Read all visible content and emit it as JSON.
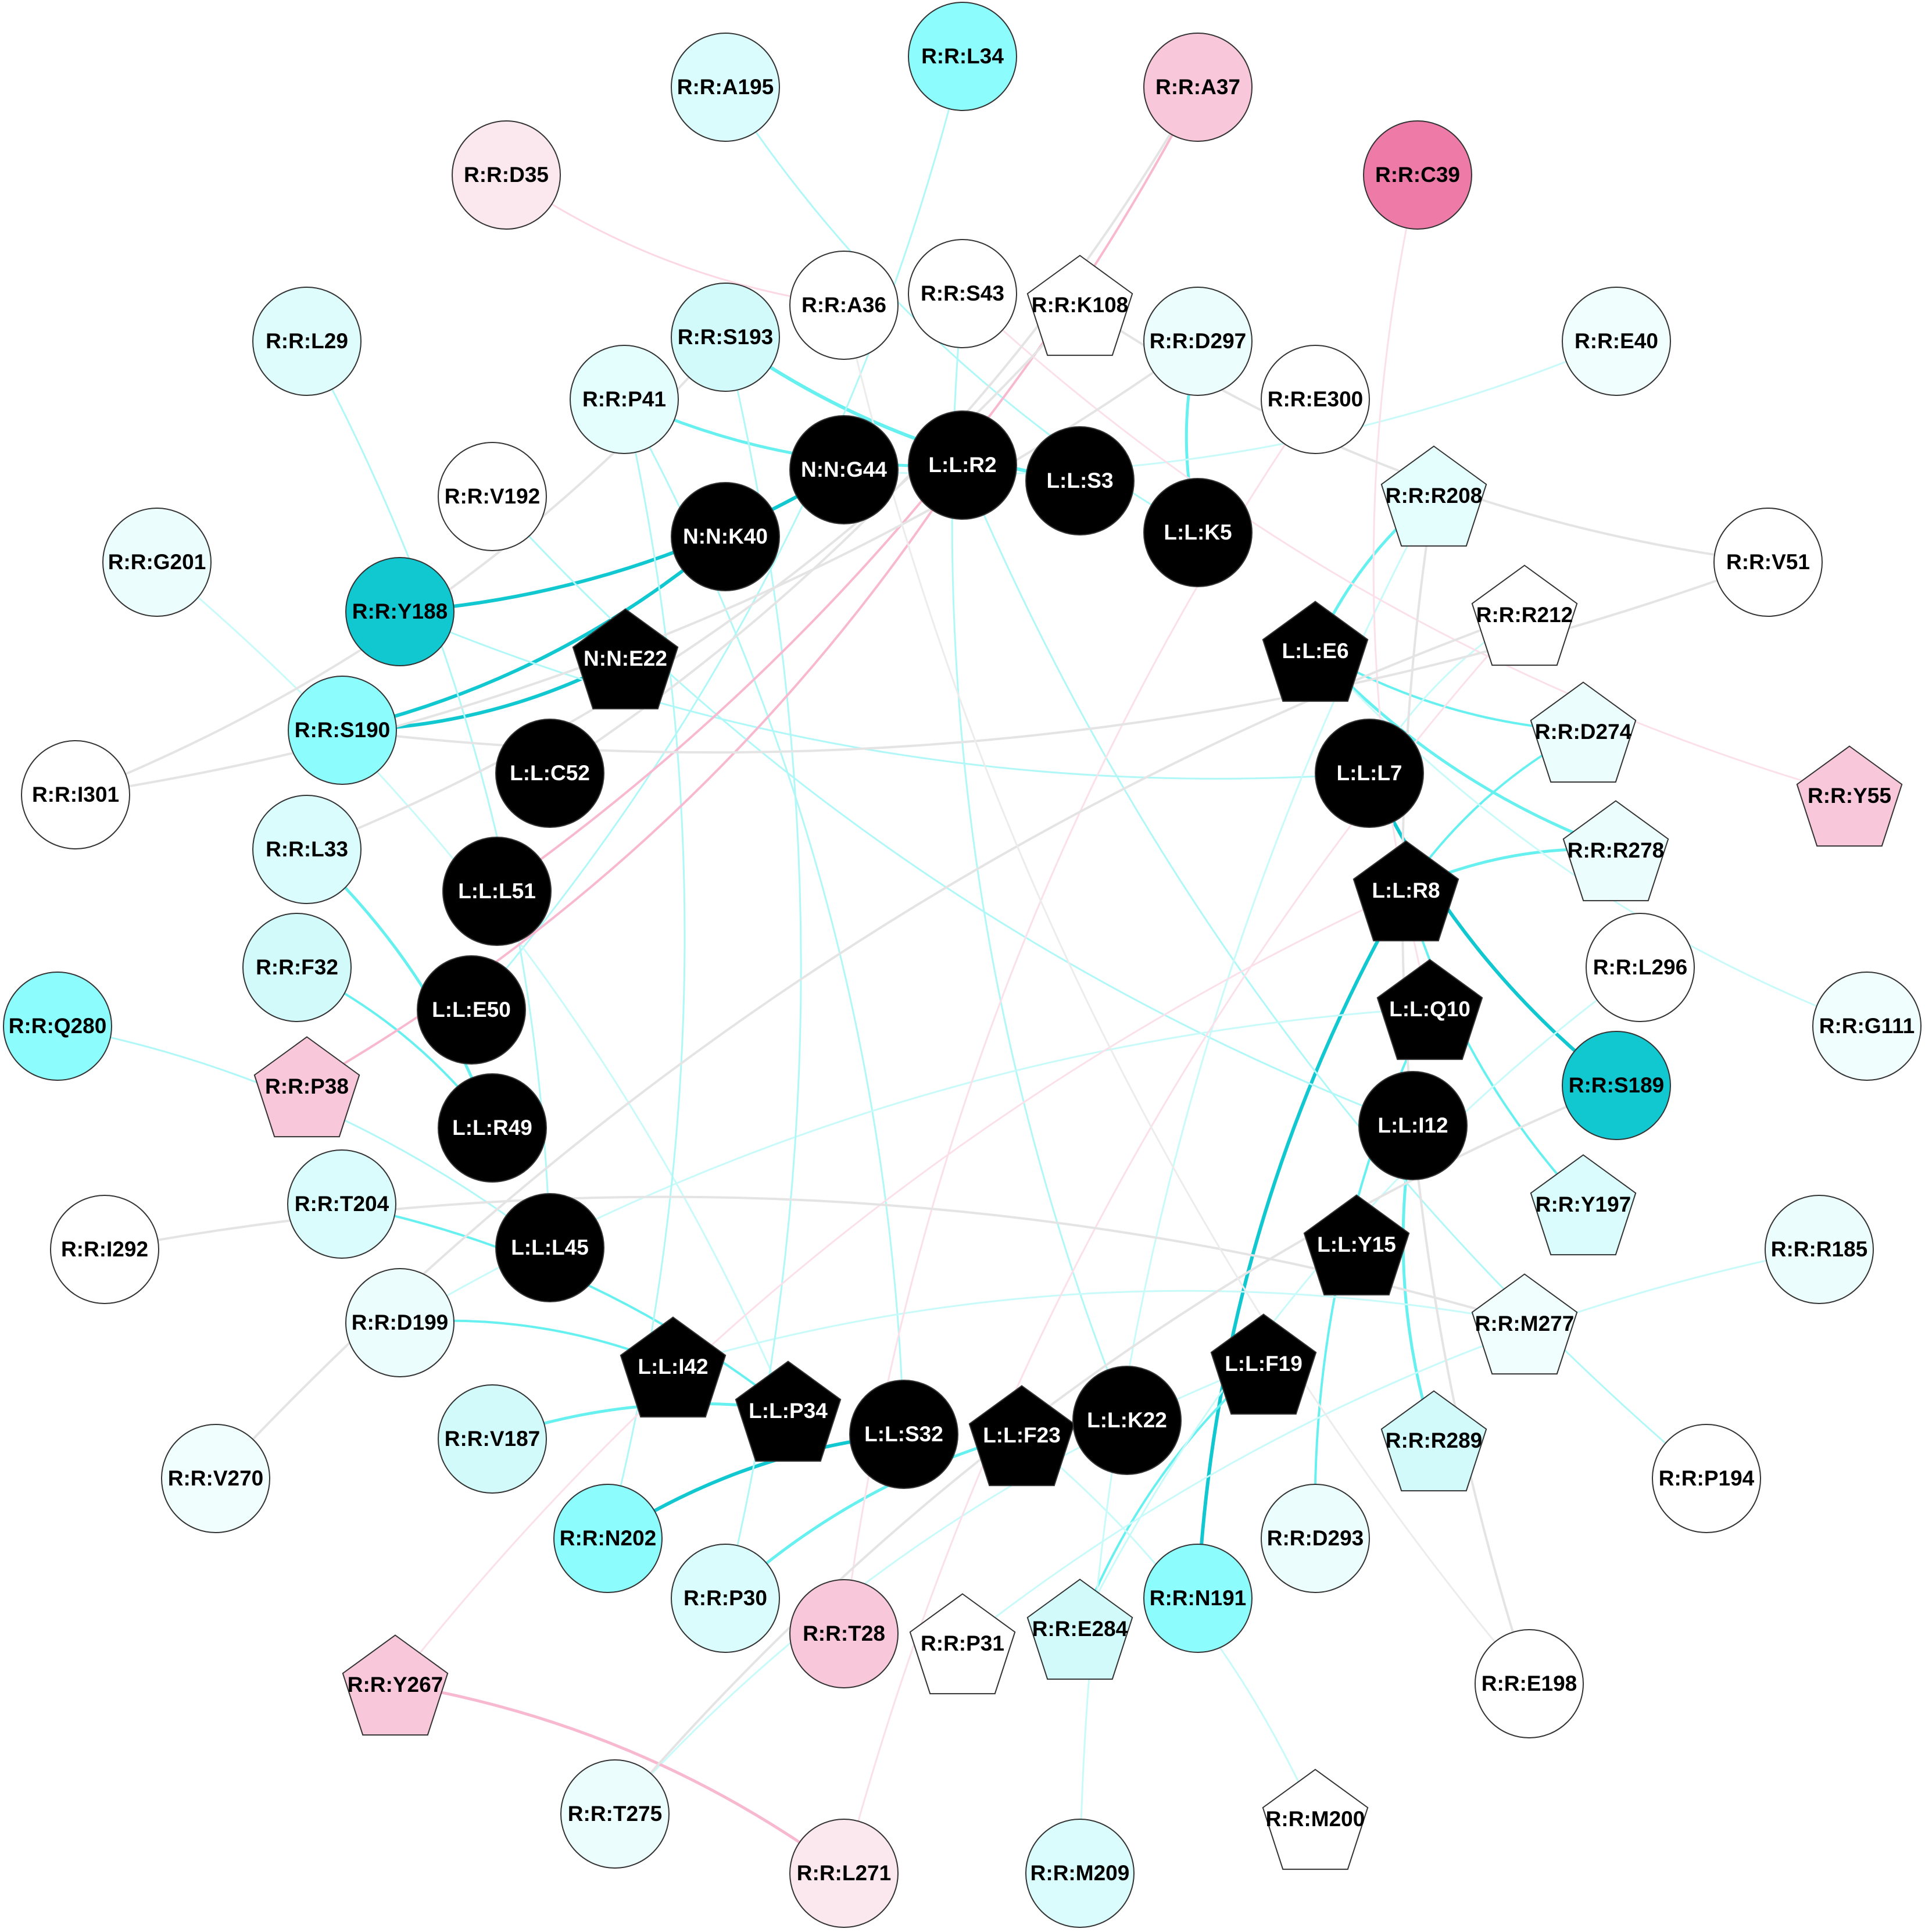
{
  "nodes": [
    {
      "id": "R:R:L34",
      "shape": "circle",
      "fill": "#8dfcfc"
    },
    {
      "id": "R:R:A195",
      "shape": "circle",
      "fill": "#dafcfc"
    },
    {
      "id": "R:R:A37",
      "shape": "circle",
      "fill": "#f8c8da"
    },
    {
      "id": "R:R:C39",
      "shape": "circle",
      "fill": "#ee7aa8"
    },
    {
      "id": "R:R:D35",
      "shape": "circle",
      "fill": "#fbe8ef"
    },
    {
      "id": "R:R:A36",
      "shape": "circle",
      "fill": "#ffffff"
    },
    {
      "id": "R:R:S43",
      "shape": "circle",
      "fill": "#ffffff"
    },
    {
      "id": "R:R:K108",
      "shape": "pentagon",
      "fill": "#ffffff"
    },
    {
      "id": "R:R:S193",
      "shape": "circle",
      "fill": "#d2fafa"
    },
    {
      "id": "R:R:D297",
      "shape": "circle",
      "fill": "#ecfdfd"
    },
    {
      "id": "R:R:L29",
      "shape": "circle",
      "fill": "#dffcfc"
    },
    {
      "id": "R:R:E40",
      "shape": "circle",
      "fill": "#f0fefe"
    },
    {
      "id": "R:R:P41",
      "shape": "circle",
      "fill": "#e4fdfd"
    },
    {
      "id": "R:R:E300",
      "shape": "circle",
      "fill": "#ffffff"
    },
    {
      "id": "N:N:G44",
      "shape": "circle",
      "fill": "#000000"
    },
    {
      "id": "L:L:R2",
      "shape": "circle",
      "fill": "#000000"
    },
    {
      "id": "L:L:S3",
      "shape": "circle",
      "fill": "#000000"
    },
    {
      "id": "L:L:K5",
      "shape": "circle",
      "fill": "#000000"
    },
    {
      "id": "R:R:V192",
      "shape": "circle",
      "fill": "#ffffff"
    },
    {
      "id": "R:R:R208",
      "shape": "pentagon",
      "fill": "#e4fdfd"
    },
    {
      "id": "N:N:K40",
      "shape": "circle",
      "fill": "#000000"
    },
    {
      "id": "R:R:G201",
      "shape": "circle",
      "fill": "#ecfdfd"
    },
    {
      "id": "R:R:V51",
      "shape": "circle",
      "fill": "#ffffff"
    },
    {
      "id": "R:R:Y188",
      "shape": "circle",
      "fill": "#12c8d0"
    },
    {
      "id": "R:R:R212",
      "shape": "pentagon",
      "fill": "#ffffff"
    },
    {
      "id": "N:N:E22",
      "shape": "pentagon",
      "fill": "#000000"
    },
    {
      "id": "L:L:E6",
      "shape": "pentagon",
      "fill": "#000000"
    },
    {
      "id": "R:R:S190",
      "shape": "circle",
      "fill": "#8dfcfc"
    },
    {
      "id": "R:R:D274",
      "shape": "pentagon",
      "fill": "#ecfdfd"
    },
    {
      "id": "R:R:I301",
      "shape": "circle",
      "fill": "#ffffff"
    },
    {
      "id": "L:L:C52",
      "shape": "circle",
      "fill": "#000000"
    },
    {
      "id": "L:L:L7",
      "shape": "circle",
      "fill": "#000000"
    },
    {
      "id": "R:R:Y55",
      "shape": "pentagon",
      "fill": "#f8c8da"
    },
    {
      "id": "R:R:L33",
      "shape": "circle",
      "fill": "#dafcfc"
    },
    {
      "id": "R:R:R278",
      "shape": "pentagon",
      "fill": "#ecfdfd"
    },
    {
      "id": "L:L:L51",
      "shape": "circle",
      "fill": "#000000"
    },
    {
      "id": "L:L:R8",
      "shape": "pentagon",
      "fill": "#000000"
    },
    {
      "id": "R:R:F32",
      "shape": "circle",
      "fill": "#d2fafa"
    },
    {
      "id": "R:R:L296",
      "shape": "circle",
      "fill": "#ffffff"
    },
    {
      "id": "R:R:Q280",
      "shape": "circle",
      "fill": "#8dfcfc"
    },
    {
      "id": "L:L:E50",
      "shape": "circle",
      "fill": "#000000"
    },
    {
      "id": "L:L:Q10",
      "shape": "pentagon",
      "fill": "#000000"
    },
    {
      "id": "R:R:G111",
      "shape": "circle",
      "fill": "#f0fefe"
    },
    {
      "id": "R:R:P38",
      "shape": "pentagon",
      "fill": "#f8c8da"
    },
    {
      "id": "R:R:S189",
      "shape": "circle",
      "fill": "#12c8d0"
    },
    {
      "id": "L:L:R49",
      "shape": "circle",
      "fill": "#000000"
    },
    {
      "id": "L:L:I12",
      "shape": "circle",
      "fill": "#000000"
    },
    {
      "id": "R:R:T204",
      "shape": "circle",
      "fill": "#dafcfc"
    },
    {
      "id": "R:R:Y197",
      "shape": "pentagon",
      "fill": "#dafcfc"
    },
    {
      "id": "L:L:Y15",
      "shape": "pentagon",
      "fill": "#000000"
    },
    {
      "id": "R:R:I292",
      "shape": "circle",
      "fill": "#ffffff"
    },
    {
      "id": "L:L:L45",
      "shape": "circle",
      "fill": "#000000"
    },
    {
      "id": "R:R:R185",
      "shape": "circle",
      "fill": "#ecfdfd"
    },
    {
      "id": "R:R:D199",
      "shape": "circle",
      "fill": "#ecfdfd"
    },
    {
      "id": "R:R:M277",
      "shape": "pentagon",
      "fill": "#f0fefe"
    },
    {
      "id": "L:L:I42",
      "shape": "pentagon",
      "fill": "#000000"
    },
    {
      "id": "L:L:F19",
      "shape": "pentagon",
      "fill": "#000000"
    },
    {
      "id": "L:L:P34",
      "shape": "pentagon",
      "fill": "#000000"
    },
    {
      "id": "L:L:S32",
      "shape": "circle",
      "fill": "#000000"
    },
    {
      "id": "L:L:F23",
      "shape": "pentagon",
      "fill": "#000000"
    },
    {
      "id": "L:L:K22",
      "shape": "circle",
      "fill": "#000000"
    },
    {
      "id": "R:R:V187",
      "shape": "circle",
      "fill": "#d2fafa"
    },
    {
      "id": "R:R:R289",
      "shape": "pentagon",
      "fill": "#d2fafa"
    },
    {
      "id": "R:R:V270",
      "shape": "circle",
      "fill": "#f0fefe"
    },
    {
      "id": "R:R:P194",
      "shape": "circle",
      "fill": "#ffffff"
    },
    {
      "id": "R:R:N202",
      "shape": "circle",
      "fill": "#8dfcfc"
    },
    {
      "id": "R:R:D293",
      "shape": "circle",
      "fill": "#ecfdfd"
    },
    {
      "id": "R:R:P30",
      "shape": "circle",
      "fill": "#dafcfc"
    },
    {
      "id": "R:R:T28",
      "shape": "circle",
      "fill": "#f8c8da"
    },
    {
      "id": "R:R:P31",
      "shape": "pentagon",
      "fill": "#ffffff"
    },
    {
      "id": "R:R:E284",
      "shape": "pentagon",
      "fill": "#d2fafa"
    },
    {
      "id": "R:R:N191",
      "shape": "circle",
      "fill": "#8dfcfc"
    },
    {
      "id": "R:R:Y267",
      "shape": "pentagon",
      "fill": "#f8c8da"
    },
    {
      "id": "R:R:E198",
      "shape": "circle",
      "fill": "#ffffff"
    },
    {
      "id": "R:R:M200",
      "shape": "pentagon",
      "fill": "#ffffff"
    },
    {
      "id": "R:R:T275",
      "shape": "circle",
      "fill": "#ecfdfd"
    },
    {
      "id": "R:R:L271",
      "shape": "circle",
      "fill": "#fbe8ef"
    },
    {
      "id": "R:R:M209",
      "shape": "circle",
      "fill": "#dafcfc"
    }
  ],
  "edges": [
    {
      "a": "R:R:Y188",
      "b": "N:N:G44",
      "color": "#12c8d0",
      "w": 6
    },
    {
      "a": "R:R:S190",
      "b": "N:N:K40",
      "color": "#12c8d0",
      "w": 6
    },
    {
      "a": "R:R:S190",
      "b": "N:N:E22",
      "color": "#12c8d0",
      "w": 6
    },
    {
      "a": "L:L:L7",
      "b": "R:R:S189",
      "color": "#12c8d0",
      "w": 6
    },
    {
      "a": "L:L:S32",
      "b": "R:R:N202",
      "color": "#12c8d0",
      "w": 6
    },
    {
      "a": "R:R:N191",
      "b": "L:L:R8",
      "color": "#12c8d0",
      "w": 6
    },
    {
      "a": "R:R:S193",
      "b": "L:L:S3",
      "color": "#66f0f0",
      "w": 6
    },
    {
      "a": "R:R:P41",
      "b": "L:L:R2",
      "color": "#66f0f0",
      "w": 5
    },
    {
      "a": "R:R:D297",
      "b": "L:L:K5",
      "color": "#66f0f0",
      "w": 5
    },
    {
      "a": "R:R:R208",
      "b": "L:L:E6",
      "color": "#66f0f0",
      "w": 5
    },
    {
      "a": "L:L:E6",
      "b": "R:R:R278",
      "color": "#66f0f0",
      "w": 5
    },
    {
      "a": "L:L:E6",
      "b": "R:R:D274",
      "color": "#66f0f0",
      "w": 4
    },
    {
      "a": "L:L:R8",
      "b": "R:R:R278",
      "color": "#66f0f0",
      "w": 5
    },
    {
      "a": "L:L:R8",
      "b": "R:R:D274",
      "color": "#66f0f0",
      "w": 4
    },
    {
      "a": "L:L:R8",
      "b": "R:R:Y197",
      "color": "#66f0f0",
      "w": 4
    },
    {
      "a": "L:L:I12",
      "b": "R:R:R289",
      "color": "#66f0f0",
      "w": 5
    },
    {
      "a": "L:L:Q10",
      "b": "R:R:D293",
      "color": "#66f0f0",
      "w": 4
    },
    {
      "a": "L:L:F19",
      "b": "R:R:E284",
      "color": "#66f0f0",
      "w": 4
    },
    {
      "a": "L:L:F23",
      "b": "R:R:P30",
      "color": "#66f0f0",
      "w": 5
    },
    {
      "a": "L:L:P34",
      "b": "R:R:V187",
      "color": "#66f0f0",
      "w": 5
    },
    {
      "a": "L:L:P34",
      "b": "R:R:T204",
      "color": "#66f0f0",
      "w": 4
    },
    {
      "a": "L:L:I42",
      "b": "R:R:D199",
      "color": "#66f0f0",
      "w": 4
    },
    {
      "a": "L:L:R49",
      "b": "R:R:L33",
      "color": "#66f0f0",
      "w": 5
    },
    {
      "a": "L:L:R49",
      "b": "R:R:F32",
      "color": "#66f0f0",
      "w": 4
    },
    {
      "a": "R:R:L34",
      "b": "L:L:E50",
      "color": "#b0f7f7",
      "w": 3
    },
    {
      "a": "R:R:A195",
      "b": "L:L:K5",
      "color": "#b0f7f7",
      "w": 3
    },
    {
      "a": "R:R:L29",
      "b": "L:L:L45",
      "color": "#b0f7f7",
      "w": 3
    },
    {
      "a": "R:R:G201",
      "b": "L:L:P34",
      "color": "#c8fafa",
      "w": 3
    },
    {
      "a": "R:R:Q280",
      "b": "L:L:L45",
      "color": "#b0f7f7",
      "w": 3
    },
    {
      "a": "R:R:V192",
      "b": "L:L:I12",
      "color": "#b0f7f7",
      "w": 3
    },
    {
      "a": "R:R:Y188",
      "b": "L:L:L7",
      "color": "#b0f7f7",
      "w": 3
    },
    {
      "a": "R:R:E40",
      "b": "N:N:G44",
      "color": "#c8fafa",
      "w": 3
    },
    {
      "a": "R:R:S43",
      "b": "L:L:K22",
      "color": "#b0f7f7",
      "w": 3
    },
    {
      "a": "R:R:P41",
      "b": "L:L:S32",
      "color": "#b0f7f7",
      "w": 3
    },
    {
      "a": "R:R:G111",
      "b": "L:L:E6",
      "color": "#c8fafa",
      "w": 3
    },
    {
      "a": "R:R:R185",
      "b": "R:R:P31",
      "color": "#c8fafa",
      "w": 3
    },
    {
      "a": "R:R:P194",
      "b": "L:L:R2",
      "color": "#b0f7f7",
      "w": 3
    },
    {
      "a": "R:R:R212",
      "b": "L:L:L7",
      "color": "#c8fafa",
      "w": 3
    },
    {
      "a": "R:R:M209",
      "b": "R:R:R208",
      "color": "#c8fafa",
      "w": 3
    },
    {
      "a": "R:R:M200",
      "b": "L:L:F23",
      "color": "#c8fafa",
      "w": 3
    },
    {
      "a": "R:R:T275",
      "b": "L:L:F19",
      "color": "#c8fafa",
      "w": 3
    },
    {
      "a": "R:R:D199",
      "b": "L:L:Q10",
      "color": "#c8fafa",
      "w": 3
    },
    {
      "a": "R:R:M277",
      "b": "L:L:I42",
      "color": "#c8fafa",
      "w": 3
    },
    {
      "a": "R:R:P30",
      "b": "R:R:S193",
      "color": "#b0f7f7",
      "w": 3
    },
    {
      "a": "R:R:E284",
      "b": "R:R:L296",
      "color": "#c8fafa",
      "w": 3
    },
    {
      "a": "R:R:N202",
      "b": "R:R:P41",
      "color": "#b0f7f7",
      "w": 3
    },
    {
      "a": "R:R:A37",
      "b": "L:L:L51",
      "color": "#f8b8cf",
      "w": 4
    },
    {
      "a": "R:R:Y267",
      "b": "R:R:L271",
      "color": "#f8b8cf",
      "w": 5
    },
    {
      "a": "R:R:P38",
      "b": "L:L:R2",
      "color": "#f8b8cf",
      "w": 4
    },
    {
      "a": "R:R:D35",
      "b": "R:R:A36",
      "color": "#fbd8e4",
      "w": 3
    },
    {
      "a": "R:R:C39",
      "b": "L:L:Q10",
      "color": "#fbe0ea",
      "w": 3
    },
    {
      "a": "R:R:Y55",
      "b": "R:R:S43",
      "color": "#fbe0ea",
      "w": 3
    },
    {
      "a": "R:R:T28",
      "b": "R:R:E300",
      "color": "#fbe0ea",
      "w": 3
    },
    {
      "a": "R:R:L271",
      "b": "R:R:R212",
      "color": "#fbe0ea",
      "w": 3
    },
    {
      "a": "R:R:Y267",
      "b": "L:L:R8",
      "color": "#fbe0ea",
      "w": 3
    },
    {
      "a": "R:R:A37",
      "b": "L:L:C52",
      "color": "#e4e4e4",
      "w": 4
    },
    {
      "a": "R:R:K108",
      "b": "R:R:V51",
      "color": "#e4e4e4",
      "w": 4
    },
    {
      "a": "R:R:V51",
      "b": "R:R:S190",
      "color": "#e4e4e4",
      "w": 4
    },
    {
      "a": "R:R:I301",
      "b": "R:R:D297",
      "color": "#e4e4e4",
      "w": 4
    },
    {
      "a": "R:R:I301",
      "b": "R:R:S193",
      "color": "#e4e4e4",
      "w": 4
    },
    {
      "a": "R:R:I292",
      "b": "R:R:M277",
      "color": "#e4e4e4",
      "w": 4
    },
    {
      "a": "R:R:V270",
      "b": "R:R:R212",
      "color": "#e4e4e4",
      "w": 4
    },
    {
      "a": "R:R:T275",
      "b": "R:R:S189",
      "color": "#e4e4e4",
      "w": 4
    },
    {
      "a": "R:R:E198",
      "b": "R:R:R208",
      "color": "#e4e4e4",
      "w": 4
    },
    {
      "a": "R:R:L33",
      "b": "R:R:K108",
      "color": "#e4e4e4",
      "w": 4
    },
    {
      "a": "R:R:A36",
      "b": "R:R:E198",
      "color": "#ececec",
      "w": 3
    }
  ]
}
